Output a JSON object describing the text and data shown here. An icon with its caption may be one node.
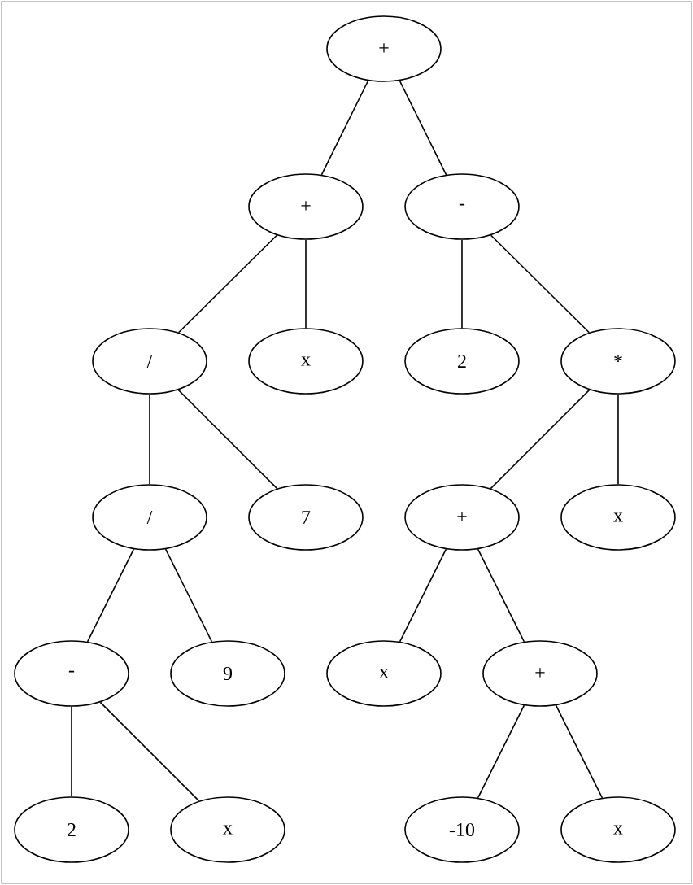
{
  "diagram": {
    "nodes": [
      {
        "text": [
          "+"
        ]
      },
      {
        "text": [
          "+"
        ]
      },
      {
        "text": [
          "-"
        ]
      },
      {
        "text": [
          "/"
        ]
      },
      {
        "text": [
          "x"
        ]
      },
      {
        "text": [
          "2"
        ]
      },
      {
        "text": [
          "*"
        ]
      },
      {
        "text": [
          "/"
        ]
      },
      {
        "text": [
          "7"
        ]
      },
      {
        "text": [
          "+"
        ]
      },
      {
        "text": [
          "x"
        ]
      },
      {
        "text": [
          "-"
        ]
      },
      {
        "text": [
          "9"
        ]
      },
      {
        "text": [
          "x"
        ]
      },
      {
        "text": [
          "+"
        ]
      },
      {
        "text": [
          "2"
        ]
      },
      {
        "text": [
          "x"
        ]
      },
      {
        "text": [
          "-10"
        ]
      },
      {
        "text": [
          "x"
        ]
      }
    ],
    "edges": [
      {
        "from": 0,
        "to": 1,
        "arrow": "none"
      },
      {
        "from": 0,
        "to": 2,
        "arrow": "none"
      },
      {
        "from": 1,
        "to": 3,
        "arrow": "none"
      },
      {
        "from": 1,
        "to": 4,
        "arrow": "none"
      },
      {
        "from": 2,
        "to": 5,
        "arrow": "none"
      },
      {
        "from": 2,
        "to": 6,
        "arrow": "none"
      },
      {
        "from": 3,
        "to": 7,
        "arrow": "none"
      },
      {
        "from": 3,
        "to": 8,
        "arrow": "none"
      },
      {
        "from": 6,
        "to": 9,
        "arrow": "none"
      },
      {
        "from": 6,
        "to": 10,
        "arrow": "none"
      },
      {
        "from": 7,
        "to": 11,
        "arrow": "none"
      },
      {
        "from": 7,
        "to": 12,
        "arrow": "none"
      },
      {
        "from": 9,
        "to": 13,
        "arrow": "none"
      },
      {
        "from": 9,
        "to": 14,
        "arrow": "none"
      },
      {
        "from": 11,
        "to": 15,
        "arrow": "none"
      },
      {
        "from": 11,
        "to": 16,
        "arrow": "none"
      },
      {
        "from": 14,
        "to": 17,
        "arrow": "none"
      },
      {
        "from": 14,
        "to": 18,
        "arrow": "none"
      }
    ]
  }
}
